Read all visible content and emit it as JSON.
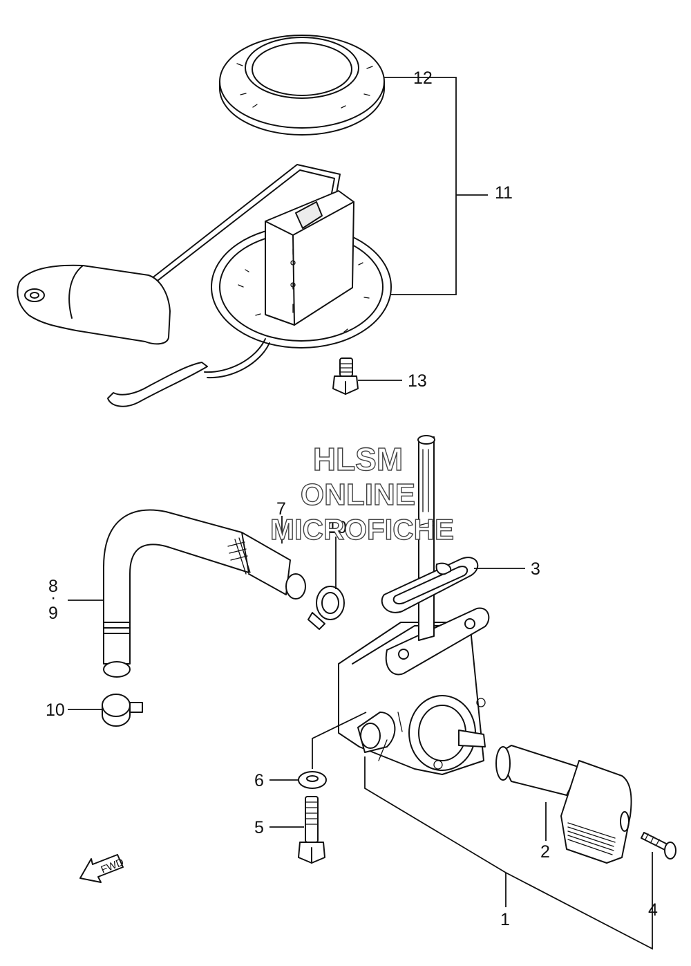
{
  "callouts": {
    "c1": "1",
    "c2": "2",
    "c3": "3",
    "c4": "4",
    "c5": "5",
    "c6": "6",
    "c7": "7",
    "c8": "8",
    "c8_9_dot": "·",
    "c9": "9",
    "c10_left": "10",
    "c10_top": "10",
    "c11": "11",
    "c12": "12",
    "c13": "13"
  },
  "watermark": {
    "line1": "HLSM",
    "line2": "ONLINE",
    "line3": "MICROFICHE"
  },
  "direction_arrow": {
    "label": "FWD"
  },
  "colors": {
    "ink": "#111111",
    "background": "#ffffff",
    "watermark_outline": "#444444"
  }
}
